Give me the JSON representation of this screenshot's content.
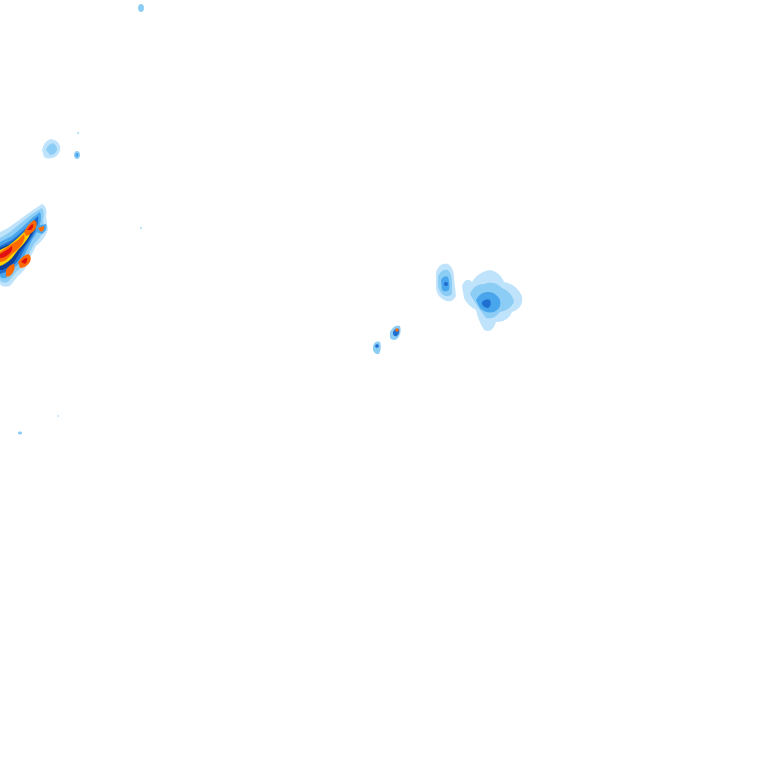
{
  "map": {
    "kind": "precipitation-radar-tile",
    "background_color": "#ffffff",
    "intensity_colors": {
      "very_light": "#bfe3fb",
      "light": "#8ccdf6",
      "moderate": "#4aa6ec",
      "heavy": "#1f6fd0",
      "very_heavy": "#0b3f9a",
      "intense": "#ffd000",
      "severe": "#ff6a00",
      "extreme": "#e01010"
    },
    "echoes": [
      {
        "name": "echo-top-left-speck",
        "peak_intensity": "light"
      },
      {
        "name": "echo-upper-left-cluster",
        "peak_intensity": "moderate"
      },
      {
        "name": "echo-west-edge-storm",
        "peak_intensity": "extreme"
      },
      {
        "name": "echo-central-cluster",
        "peak_intensity": "heavy"
      },
      {
        "name": "echo-central-small-cells",
        "peak_intensity": "severe"
      },
      {
        "name": "echo-lower-left-speck",
        "peak_intensity": "light"
      }
    ]
  }
}
